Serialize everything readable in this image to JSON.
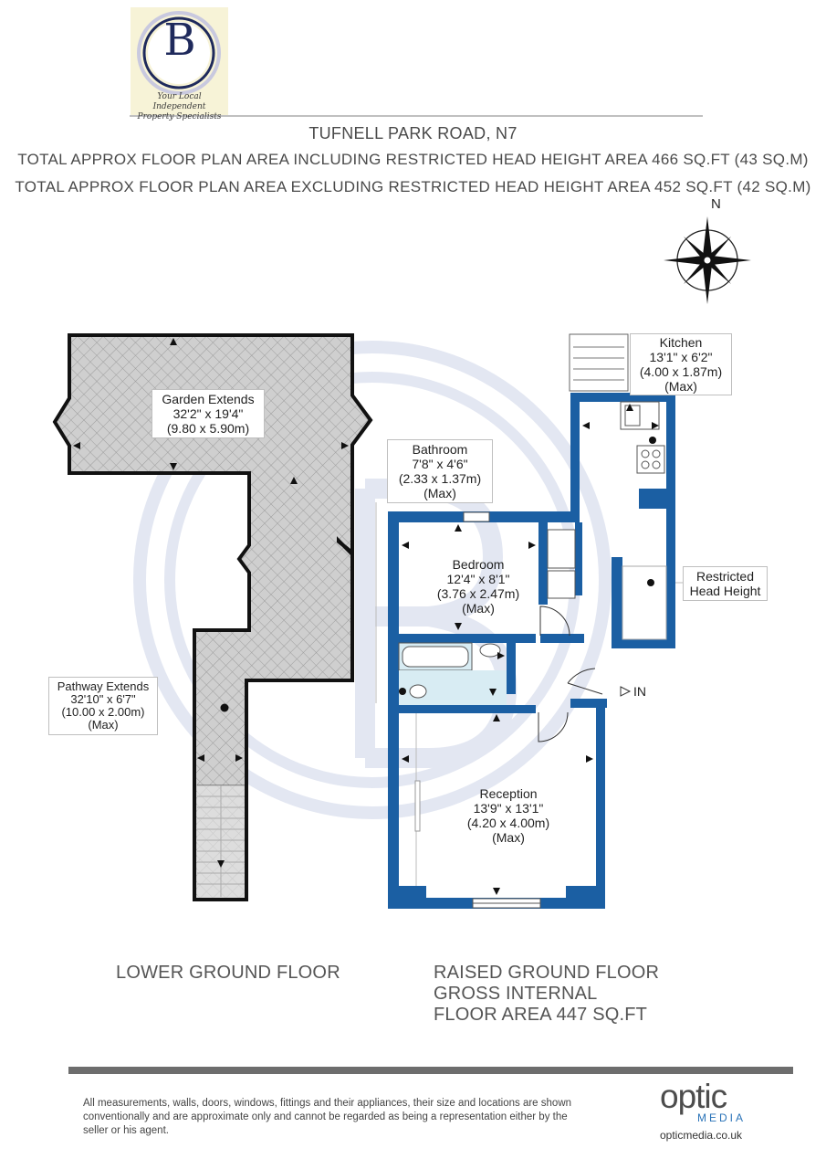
{
  "logo": {
    "letter": "B",
    "tagline_line1": "Your Local Independent",
    "tagline_line2": "Property Specialists"
  },
  "header": {
    "address": "TUFNELL PARK ROAD, N7",
    "area_incl": "TOTAL APPROX FLOOR PLAN AREA INCLUDING RESTRICTED HEAD HEIGHT AREA 466 SQ.FT (43 SQ.M)",
    "area_excl": "TOTAL APPROX FLOOR PLAN AREA EXCLUDING RESTRICTED HEAD HEIGHT AREA 452 SQ.FT (42 SQ.M)"
  },
  "compass": {
    "north": "N"
  },
  "rooms": {
    "garden": {
      "name": "Garden Extends",
      "imperial": "32'2\" x 19'4\"",
      "metric": "(9.80 x 5.90m)"
    },
    "pathway": {
      "name": "Pathway Extends",
      "imperial": "32'10\" x 6'7\"",
      "metric": "(10.00 x 2.00m)",
      "note": "(Max)"
    },
    "kitchen": {
      "name": "Kitchen",
      "imperial": "13'1\" x 6'2\"",
      "metric": "(4.00 x 1.87m)",
      "note": "(Max)"
    },
    "bathroom": {
      "name": "Bathroom",
      "imperial": "7'8\" x 4'6\"",
      "metric": "(2.33 x 1.37m)",
      "note": "(Max)"
    },
    "bedroom": {
      "name": "Bedroom",
      "imperial": "12'4\" x 8'1\"",
      "metric": "(3.76 x 2.47m)",
      "note": "(Max)"
    },
    "restricted": {
      "line1": "Restricted",
      "line2": "Head Height"
    },
    "reception": {
      "name": "Reception",
      "imperial": "13'9\" x 13'1\"",
      "metric": "(4.20 x 4.00m)",
      "note": "(Max)"
    },
    "entrance": "IN"
  },
  "floors": {
    "lower": "LOWER GROUND FLOOR",
    "raised_line1": "RAISED GROUND FLOOR",
    "raised_line2": "GROSS INTERNAL",
    "raised_line3": "FLOOR AREA 447 SQ.FT"
  },
  "footer": {
    "disclaimer": "All measurements, walls, doors, windows, fittings and their appliances, their size and locations are shown conventionally and are approximate only and cannot be regarded as being a representation either by the seller or his agent.",
    "brand": "optic",
    "brand_sub": "MEDIA",
    "url": "opticmedia.co.uk"
  },
  "colors": {
    "wall": "#1b5fa3",
    "outdoor_wall": "#111111",
    "outdoor_fill": "#cfcfcf",
    "watermark": "#e6e9f3"
  }
}
